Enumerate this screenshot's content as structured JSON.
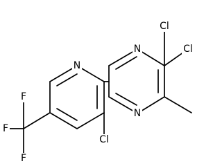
{
  "diagram": {
    "atom_labels": {
      "n_pyrimidine_top": "N",
      "n_pyrimidine_bottom": "N",
      "n_pyridine": "N",
      "cl_top": "Cl",
      "cl_right": "Cl",
      "cl_pyridine": "Cl",
      "f_top": "F",
      "f_left": "F",
      "f_bottom": "F"
    }
  }
}
